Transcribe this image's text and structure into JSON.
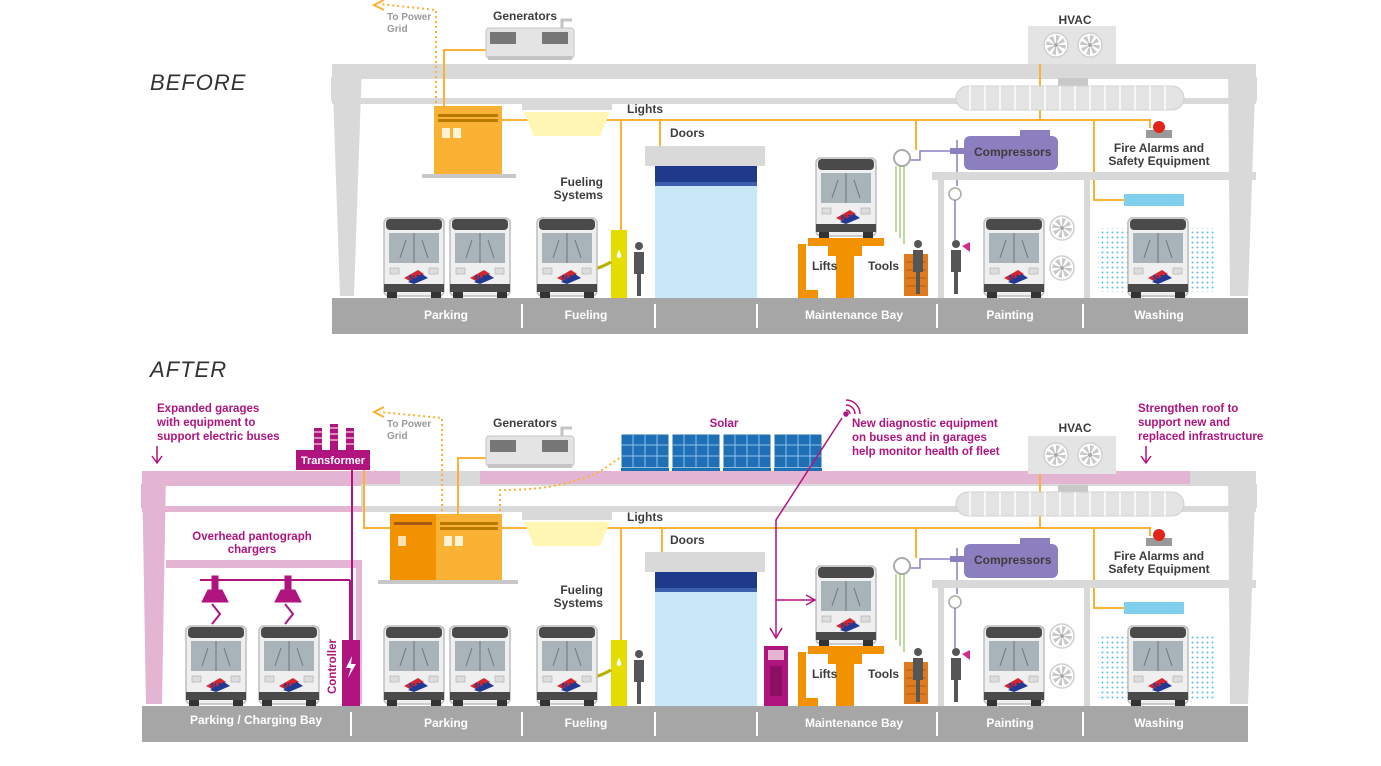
{
  "before": {
    "heading": "BEFORE",
    "labels": {
      "to_power_grid_1": "To Power",
      "to_power_grid_2": "Grid",
      "generators": "Generators",
      "hvac": "HVAC",
      "lights": "Lights",
      "doors": "Doors",
      "compressors": "Compressors",
      "fire_1": "Fire Alarms and",
      "fire_2": "Safety Equipment",
      "fueling_1": "Fueling",
      "fueling_2": "Systems",
      "lifts": "Lifts",
      "tools": "Tools"
    },
    "zones": [
      "Parking",
      "Fueling",
      "",
      "Maintenance Bay",
      "Painting",
      "Washing"
    ]
  },
  "after": {
    "heading": "AFTER",
    "labels": {
      "to_power_grid_1": "To Power",
      "to_power_grid_2": "Grid",
      "generators": "Generators",
      "solar": "Solar",
      "hvac": "HVAC",
      "lights": "Lights",
      "doors": "Doors",
      "compressors": "Compressors",
      "fire_1": "Fire Alarms and",
      "fire_2": "Safety Equipment",
      "fueling_1": "Fueling",
      "fueling_2": "Systems",
      "lifts": "Lifts",
      "tools": "Tools",
      "transformer": "Transformer",
      "controller": "Controller",
      "pantograph_1": "Overhead pantograph",
      "pantograph_2": "chargers"
    },
    "notes": {
      "expanded": [
        "Expanded garages",
        "with equipment to",
        "support electric buses"
      ],
      "diagnostic": [
        "New diagnostic equipment",
        "on buses and in garages",
        "help monitor health of fleet"
      ],
      "roof": [
        "Strengthen roof to",
        "support new and",
        "replaced infrastructure"
      ]
    },
    "zones": [
      "Parking / Charging Bay",
      "Parking",
      "Fueling",
      "",
      "Maintenance Bay",
      "Painting",
      "Washing"
    ]
  },
  "colors": {
    "structure": "#d9d9d9",
    "floor": "#a6a6a6",
    "power": "#f9b233",
    "new_infra": "#b0147e",
    "new_infra_light": "#e3b5d3",
    "compressor": "#8c7fbf",
    "door": "#c9e8f7",
    "solar": "#1f6fb5",
    "fuel": "#e6dd00"
  },
  "icons": [
    "bus-icon",
    "person-icon",
    "fan-icon",
    "alarm-icon",
    "plug-icon",
    "signal-icon",
    "arrow-down-icon"
  ]
}
